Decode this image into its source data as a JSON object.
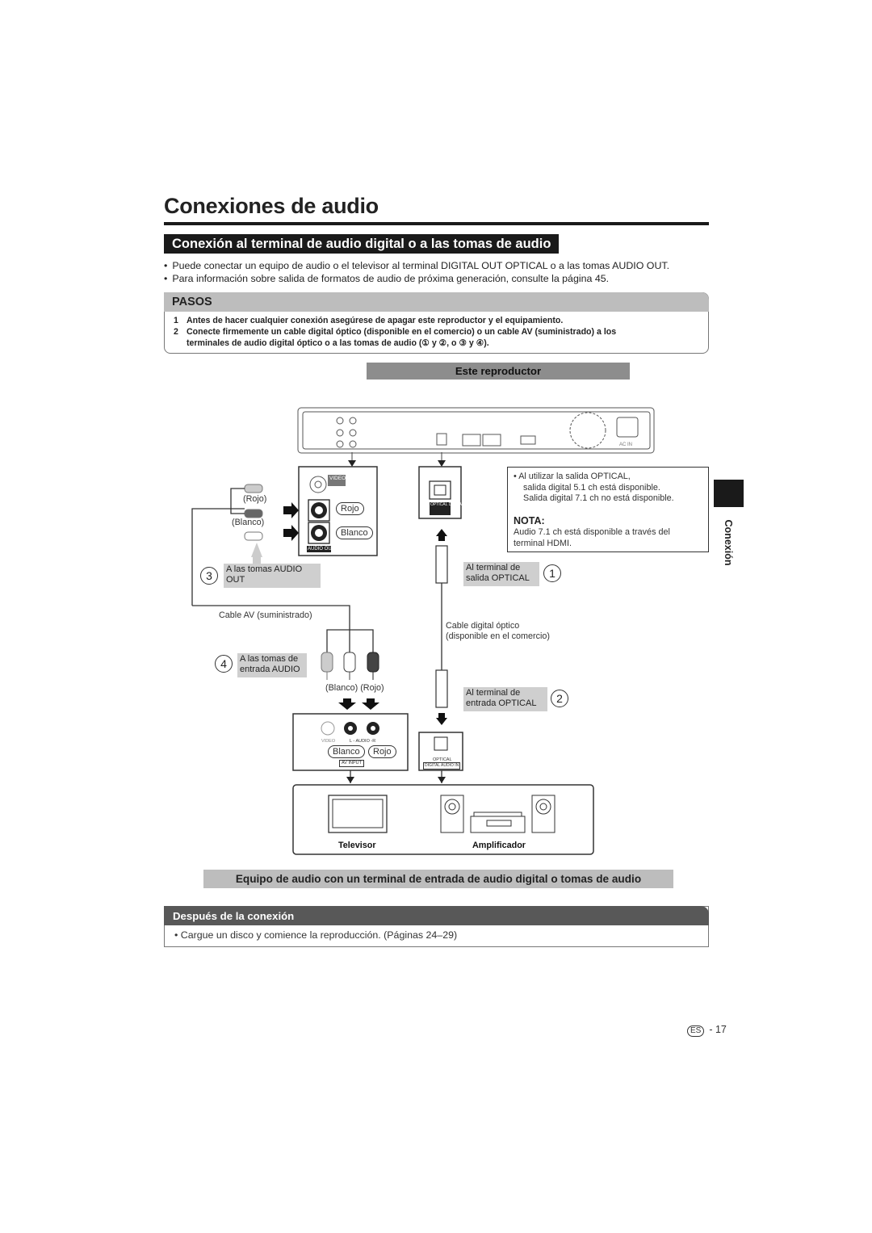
{
  "header": {
    "title": "Conexiones de audio",
    "section": "Conexión al terminal de audio digital o a las tomas de audio"
  },
  "intro_bullets": [
    "Puede conectar un equipo de audio o el televisor al terminal DIGITAL OUT OPTICAL o a las tomas AUDIO OUT.",
    "Para información sobre salida de formatos de audio de próxima generación, consulte la página 45."
  ],
  "pasos": {
    "label": "PASOS",
    "steps": [
      {
        "num": "1",
        "text": "Antes de hacer cualquier conexión asegúrese de apagar este reproductor y el equipamiento."
      },
      {
        "num": "2",
        "text": "Conecte firmemente un cable digital óptico (disponible en el comercio) o un cable AV (suministrado) a los"
      },
      {
        "num": "",
        "text": "terminales de audio digital óptico o a las tomas de audio (① y ②, o ③ y ④)."
      }
    ]
  },
  "diagram": {
    "player_label": "Este reproductor",
    "rojo": "(Rojo)",
    "blanco": "(Blanco)",
    "pill_rojo": "Rojo",
    "pill_blanco": "Blanco",
    "video_out": "VIDEO OUT",
    "audio_out": "AUDIO OUT",
    "optical_digital_out": "OPTICAL DIGITAL OUT",
    "audio_out_box": "A las tomas AUDIO OUT",
    "num3": "3",
    "num4": "4",
    "num1": "1",
    "num2": "2",
    "cable_av": "Cable AV (suministrado)",
    "audio_in_box_1": "A las tomas de",
    "audio_in_box_2": "entrada AUDIO",
    "blanco_rojo": "(Blanco) (Rojo)",
    "optical_out_box_1": "Al terminal de",
    "optical_out_box_2": "salida OPTICAL",
    "cable_optico_1": "Cable digital óptico",
    "cable_optico_2": "(disponible en el comercio)",
    "optical_in_box_1": "Al terminal de",
    "optical_in_box_2": "entrada OPTICAL",
    "video_label": "VIDEO",
    "l_audio_r": "L - AUDIO -R",
    "av_input": "AV INPUT",
    "optical_label": "OPTICAL",
    "digital_audio_in": "DIGITAL AUDIO IN",
    "televisor": "Televisor",
    "amplificador": "Amplificador",
    "ac_in": "AC IN"
  },
  "nota": {
    "bullet": "Al utilizar la salida OPTICAL,",
    "bullet_l2": "salida digital 5.1 ch está disponible.",
    "bullet_l3": "Salida digital 7.1 ch no está disponible.",
    "title": "NOTA:",
    "text_l1": "Audio 7.1 ch está disponible a través del",
    "text_l2": "terminal HDMI."
  },
  "side_tab": "Conexión",
  "equipo_caption": "Equipo de audio con un terminal de entrada de audio digital o tomas de audio",
  "despues": {
    "label": "Después de la conexión",
    "bullet": "Cargue un disco y comience la reproducción. (Páginas 24–29)"
  },
  "footer": {
    "lang": "ES",
    "page": "- 17"
  }
}
